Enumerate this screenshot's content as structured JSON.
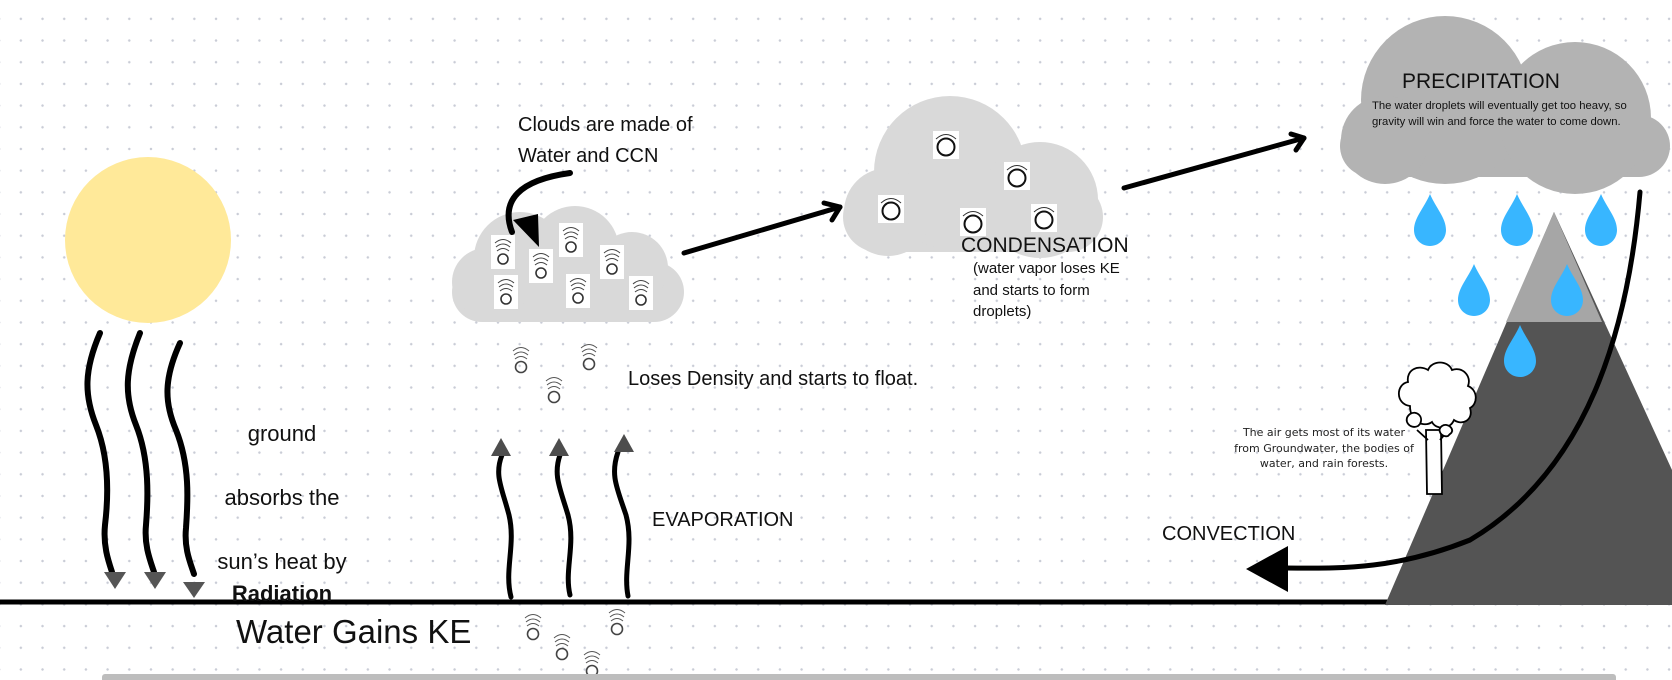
{
  "diagram": {
    "topic": "Water Cycle",
    "colors": {
      "sun": "#ffe999",
      "cloud_light": "#d9d9d9",
      "cloud_dark": "#b3b3b3",
      "mountain": "#545454",
      "mountain_snow": "#a6a6a6",
      "raindrop": "#38b6ff",
      "ink": "#000000",
      "grid_dot": "#c9ccd6"
    },
    "labels": {
      "clouds_made": "Clouds are made of\nWater and CCN",
      "loses_density": "Loses Density and starts to float.",
      "evaporation": "EVAPORATION",
      "water_gains": "Water Gains KE",
      "ground_line1": "ground",
      "ground_line2": "absorbs the",
      "ground_line3": "sun’s heat by",
      "ground_bold": "Radiation",
      "condensation_title": "CONDENSATION",
      "condensation_desc": "(water vapor loses KE\nand starts to form\ndroplets)",
      "precipitation_title": "PRECIPITATION",
      "precipitation_desc": "The water droplets will eventually get too heavy, so gravity will win and force the water to come down.",
      "air_water_source": "The air gets most of its water from Groundwater, the bodies of water, and rain forests.",
      "convection": "CONVECTION"
    },
    "icons": {
      "sun": "sun-icon",
      "vapor": "water-vapor-icon",
      "droplet": "water-droplet-icon",
      "raindrop": "raindrop-icon",
      "tree": "tree-icon",
      "mountain": "mountain-icon"
    }
  }
}
